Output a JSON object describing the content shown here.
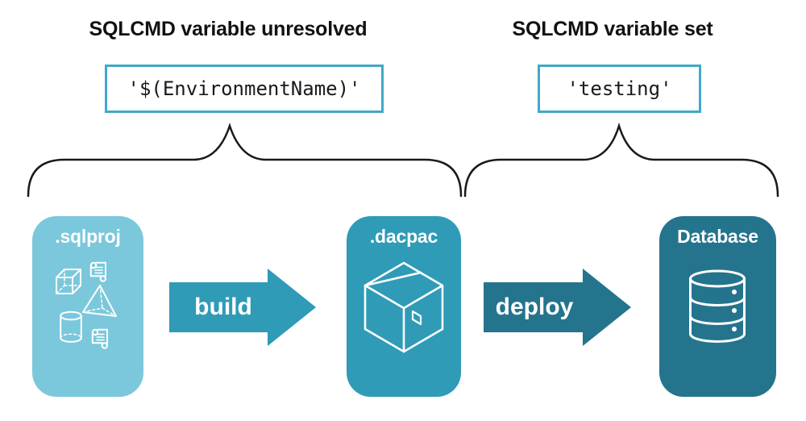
{
  "headings": {
    "left": "SQLCMD variable unresolved",
    "right": "SQLCMD variable set"
  },
  "code_boxes": {
    "left": "'$(EnvironmentName)'",
    "right": "'testing'"
  },
  "stages": [
    {
      "label": ".sqlproj",
      "color": "#7bc8dc",
      "icon": "sql-project-objects-icon"
    },
    {
      "label": ".dacpac",
      "color": "#2f9bb7",
      "icon": "package-box-icon"
    },
    {
      "label": "Database",
      "color": "#25748e",
      "icon": "database-cylinder-icon"
    }
  ],
  "arrows": [
    {
      "label": "build",
      "color": "#2f9bb7"
    },
    {
      "label": "deploy",
      "color": "#25748e"
    }
  ],
  "colors": {
    "background": "#ffffff",
    "code_box_border": "#41a9c7",
    "brace_stroke": "#1a1a1a",
    "heading_text": "#111111",
    "label_text": "#ffffff",
    "icon_stroke": "#ffffff"
  }
}
